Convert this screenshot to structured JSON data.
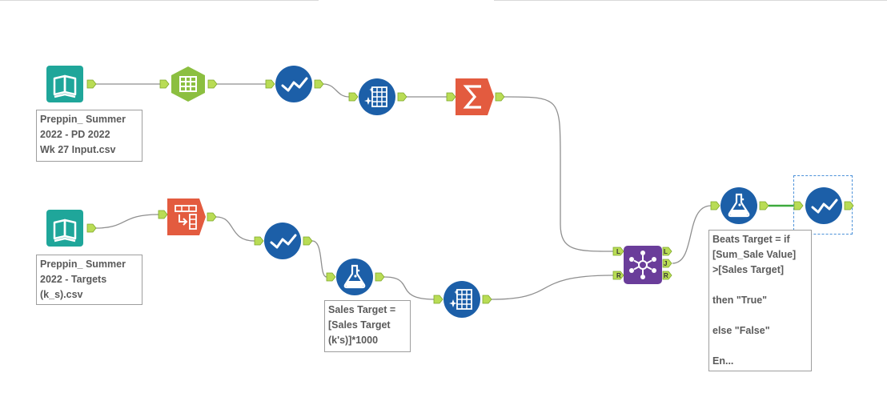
{
  "colors": {
    "connection": "#8f8f8f",
    "connection_active": "#3daa3d",
    "anchor_fill": "#b9dc55",
    "anchor_stroke": "#7ea82a",
    "input_tool": "#1fa69a",
    "prep_tool": "#8cbf40",
    "select_tool": "#1c5fa8",
    "formula_tool": "#1c5fa8",
    "union_tool": "#1c5fa8",
    "summarize_tool": "#e35b3f",
    "crosstab_tool": "#e35b3f",
    "join_tool": "#6a3d9a",
    "selection_border": "#4a90d9"
  },
  "tools": [
    {
      "id": "input1",
      "kind": "input-data",
      "icon": "book-icon"
    },
    {
      "id": "textinput1",
      "kind": "text-to-columns",
      "icon": "table-icon"
    },
    {
      "id": "select1",
      "kind": "select",
      "icon": "checkmark-icon"
    },
    {
      "id": "dataclean1",
      "kind": "data-cleansing",
      "icon": "sparkle-table-icon"
    },
    {
      "id": "summarize1",
      "kind": "summarize",
      "icon": "sigma-icon"
    },
    {
      "id": "input2",
      "kind": "input-data",
      "icon": "book-icon"
    },
    {
      "id": "crosstab1",
      "kind": "transpose",
      "icon": "transpose-icon"
    },
    {
      "id": "select2",
      "kind": "select",
      "icon": "checkmark-icon"
    },
    {
      "id": "formula1",
      "kind": "formula",
      "icon": "flask-icon"
    },
    {
      "id": "dataclean2",
      "kind": "data-cleansing",
      "icon": "sparkle-table-icon"
    },
    {
      "id": "join1",
      "kind": "join",
      "icon": "join-icon"
    },
    {
      "id": "formula2",
      "kind": "formula",
      "icon": "flask-icon"
    },
    {
      "id": "select3",
      "kind": "select",
      "icon": "checkmark-icon"
    }
  ],
  "join_anchors": {
    "left_in": "L",
    "right_in": "R",
    "out_left": "L",
    "out_join": "J",
    "out_right": "R"
  },
  "annotations": {
    "input1": "Preppin_ Summer\n2022 - PD 2022\nWk 27 Input.csv",
    "input2": "Preppin_ Summer\n2022 - Targets\n(k_s).csv",
    "formula1": "Sales Target =\n[Sales Target\n(k's)]*1000",
    "formula2": "Beats Target = if\n[Sum_Sale Value]\n>[Sales Target]\n\nthen \"True\"\n\nelse \"False\"\n\nEn..."
  }
}
